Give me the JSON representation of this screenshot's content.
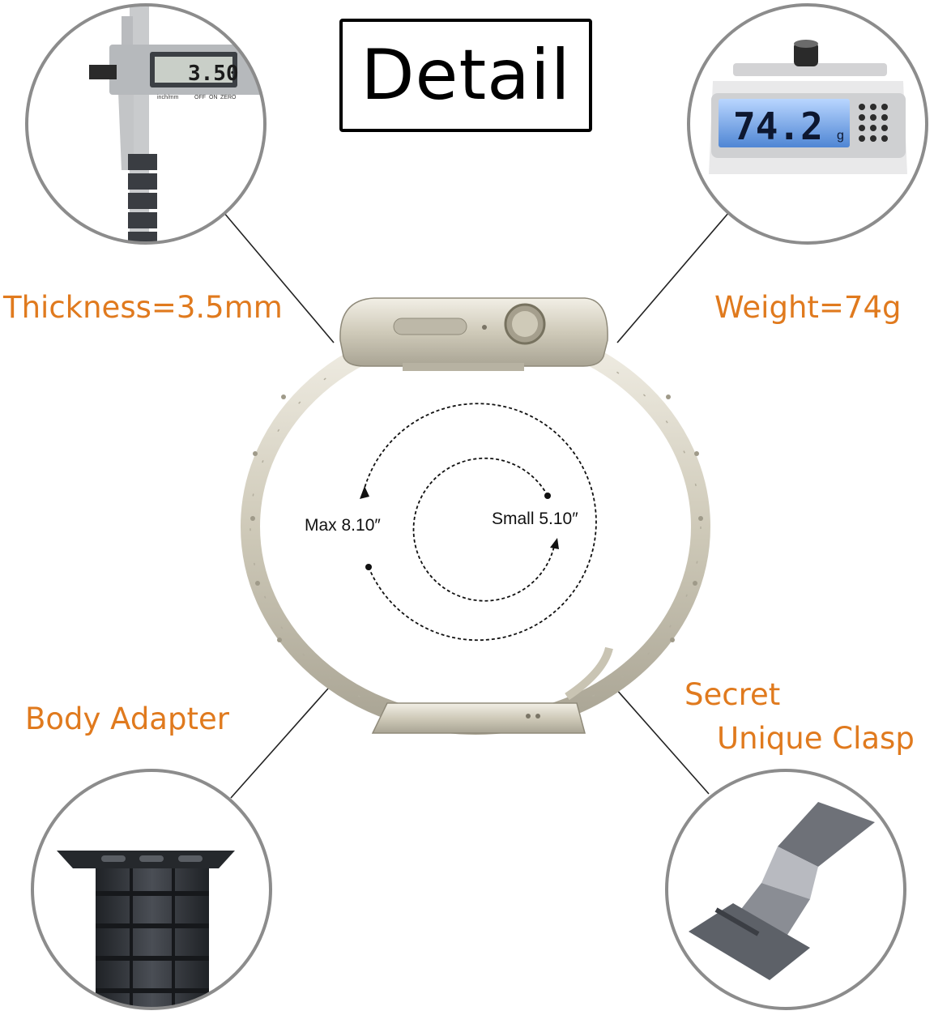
{
  "title": "Detail",
  "labels": {
    "thickness": "Thickness=3.5mm",
    "weight": "Weight=74g",
    "body_adapter": "Body Adapter",
    "clasp_line1": "Secret",
    "clasp_line2": "Unique Clasp"
  },
  "sizes": {
    "max": "Max 8.10″",
    "small": "Small 5.10″"
  },
  "caliper_readout": "3.50",
  "caliper_units": "inch/mm",
  "caliper_buttons": [
    "OFF",
    "ON",
    "ZERO"
  ],
  "scale_readout": "74.2",
  "scale_unit": "g",
  "colors": {
    "label_orange": "#e07a1e",
    "band_silver": "#d8d4c6",
    "band_dark": "#2b2e33",
    "circle_border": "#8c8c8c",
    "scale_display": "#5b8fd6"
  },
  "icons": [
    "caliper-photo",
    "scale-photo",
    "watch-band-photo",
    "adapter-photo",
    "clasp-photo"
  ]
}
